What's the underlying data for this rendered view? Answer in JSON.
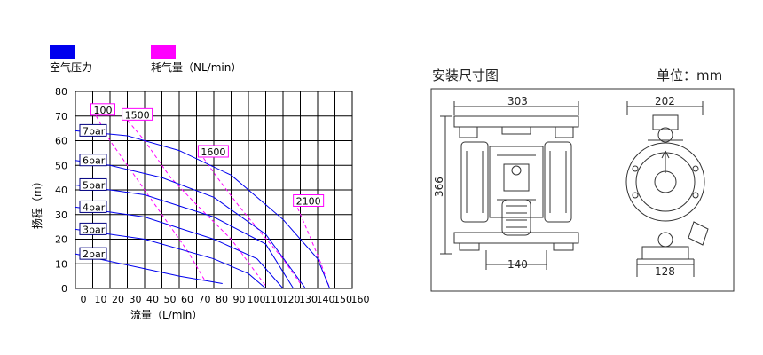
{
  "legend": {
    "items": [
      {
        "label": "空气压力",
        "color": "#0000ee"
      },
      {
        "label": "耗气量（NL/min）",
        "color": "#ff00ff"
      }
    ]
  },
  "chart_data": {
    "type": "line",
    "title": "",
    "xlabel": "流量（L/min）",
    "ylabel": "扬程（m）",
    "xlim": [
      0,
      160
    ],
    "ylim": [
      0,
      80
    ],
    "x_ticks": [
      0,
      10,
      20,
      30,
      40,
      50,
      60,
      70,
      80,
      90,
      100,
      110,
      120,
      130,
      140,
      150,
      160
    ],
    "y_ticks": [
      0,
      10,
      20,
      30,
      40,
      50,
      60,
      70,
      80
    ],
    "grid": true,
    "pressure_series": [
      {
        "name": "7bar",
        "x": [
          0,
          30,
          60,
          90,
          120,
          140,
          147
        ],
        "y": [
          64,
          62,
          56,
          46,
          28,
          12,
          0
        ]
      },
      {
        "name": "6bar",
        "x": [
          0,
          20,
          50,
          80,
          110,
          133
        ],
        "y": [
          52,
          50,
          45,
          37,
          22,
          0
        ]
      },
      {
        "name": "5bar",
        "x": [
          0,
          40,
          80,
          110,
          126
        ],
        "y": [
          42,
          38,
          29,
          18,
          0
        ]
      },
      {
        "name": "4bar",
        "x": [
          0,
          40,
          80,
          105,
          120
        ],
        "y": [
          33,
          29,
          20,
          12,
          0
        ]
      },
      {
        "name": "3bar",
        "x": [
          0,
          40,
          80,
          100,
          110
        ],
        "y": [
          24,
          20,
          12,
          6,
          0
        ]
      },
      {
        "name": "2bar",
        "x": [
          0,
          20,
          40,
          60,
          85
        ],
        "y": [
          14,
          11,
          8,
          5,
          2
        ]
      }
    ],
    "air_series": [
      {
        "name": "100",
        "label_at": [
          10,
          72.5
        ],
        "x": [
          12,
          20,
          35,
          50,
          65,
          75
        ],
        "y": [
          70,
          60,
          45,
          30,
          15,
          3
        ]
      },
      {
        "name": "1500",
        "label_at": [
          28,
          70.5
        ],
        "x": [
          28,
          40,
          55,
          70,
          90,
          110
        ],
        "y": [
          70,
          60,
          45,
          34,
          20,
          1
        ]
      },
      {
        "name": "1600",
        "label_at": [
          72,
          55.5
        ],
        "x": [
          72,
          82,
          95,
          108,
          120,
          130
        ],
        "y": [
          55,
          45,
          33,
          22,
          12,
          2
        ]
      },
      {
        "name": "2100",
        "label_at": [
          127,
          35.5
        ],
        "x": [
          127,
          135,
          142,
          147
        ],
        "y": [
          35,
          22,
          10,
          0
        ]
      }
    ]
  },
  "dimensions": {
    "title": "安装尺寸图",
    "unit": "单位：mm",
    "front_width": "303",
    "front_height": "366",
    "base_width": "140",
    "side_width": "202",
    "side_base": "128"
  }
}
